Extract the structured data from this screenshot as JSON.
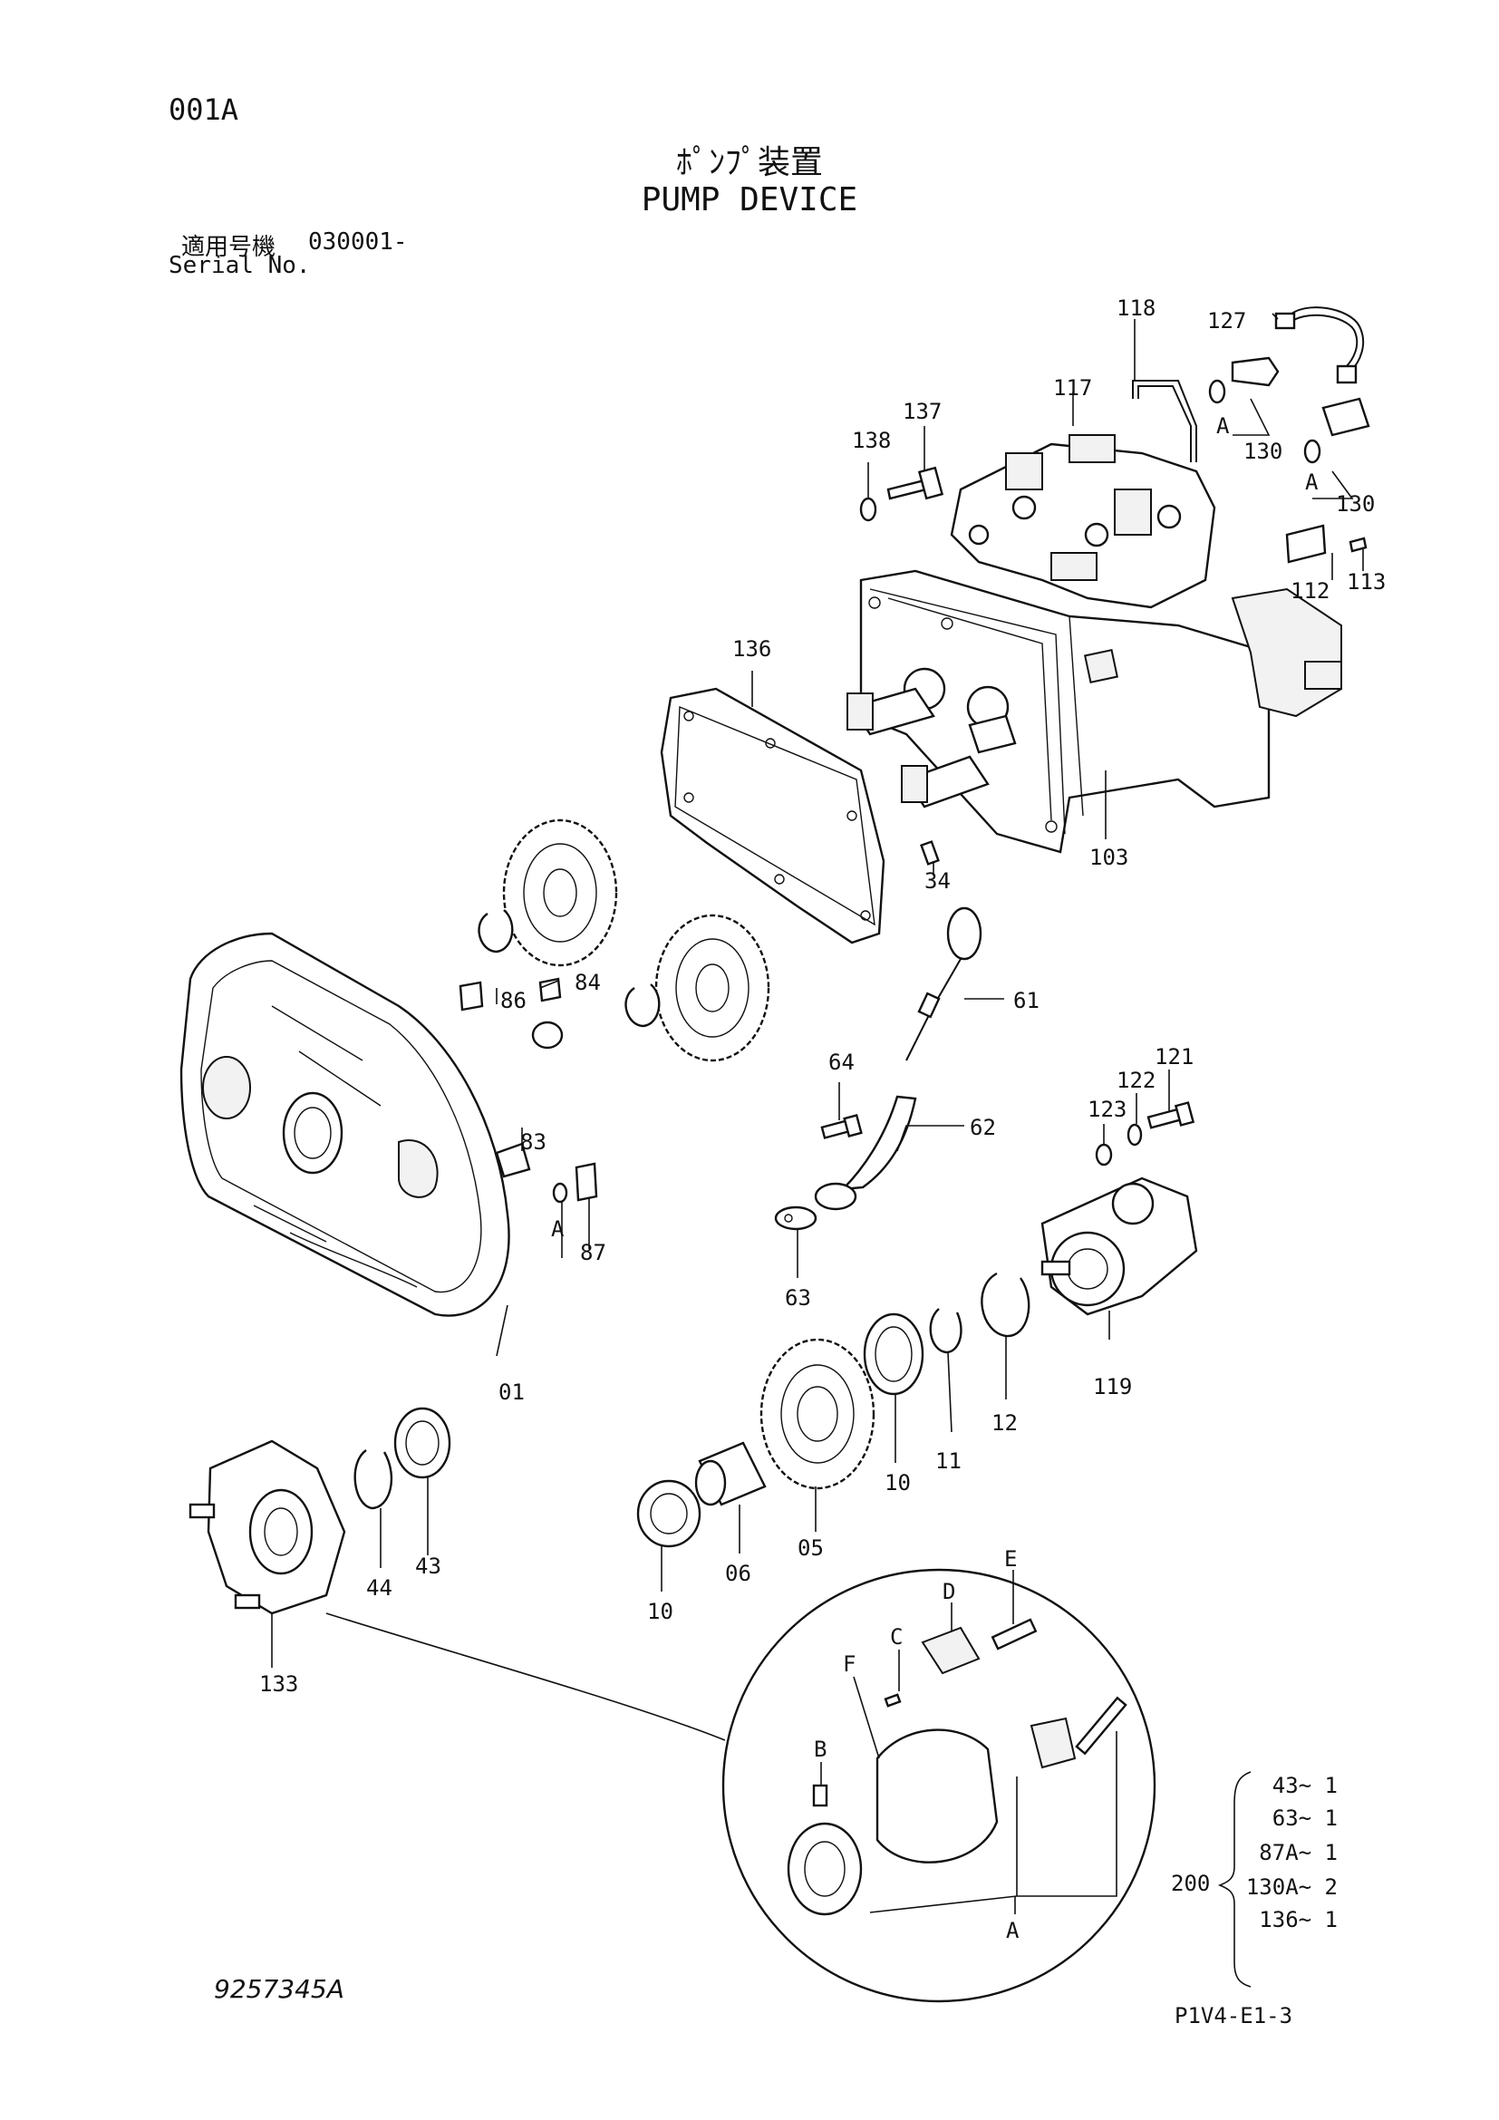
{
  "header": {
    "page_code": "001A",
    "title_jp": "ﾎﾟﾝﾌﾟ装置",
    "title_en": "PUMP DEVICE",
    "serial_label_jp": "適用号機",
    "serial_value": "030001-",
    "serial_label_en": "Serial No."
  },
  "callouts": {
    "c118": "118",
    "c127": "127",
    "c117": "117",
    "c137": "137",
    "c138": "138",
    "cA1": "A",
    "c130a": "130",
    "cA2": "A",
    "c130b": "130",
    "c112": "112",
    "c113": "113",
    "c136": "136",
    "c103": "103",
    "c34": "34",
    "c86": "86",
    "c84": "84",
    "c83": "83",
    "c61": "61",
    "c64": "64",
    "c62": "62",
    "c121": "121",
    "c122": "122",
    "c123": "123",
    "cA3": "A",
    "c87": "87",
    "c63": "63",
    "c01": "01",
    "c119": "119",
    "c12": "12",
    "c11": "11",
    "c10a": "10",
    "c05": "05",
    "c06": "06",
    "c10b": "10",
    "c44": "44",
    "c43": "43",
    "c133": "133",
    "cE": "E",
    "cD": "D",
    "cC": "C",
    "cF": "F",
    "cB": "B",
    "cA4": "A"
  },
  "kit": {
    "number": "200",
    "items": [
      "43~ 1",
      "63~ 1",
      "87A~ 1",
      "130A~ 2",
      "136~ 1"
    ]
  },
  "footer": {
    "drawing_number": "9257345A",
    "sheet_ref": "P1V4-E1-3"
  }
}
